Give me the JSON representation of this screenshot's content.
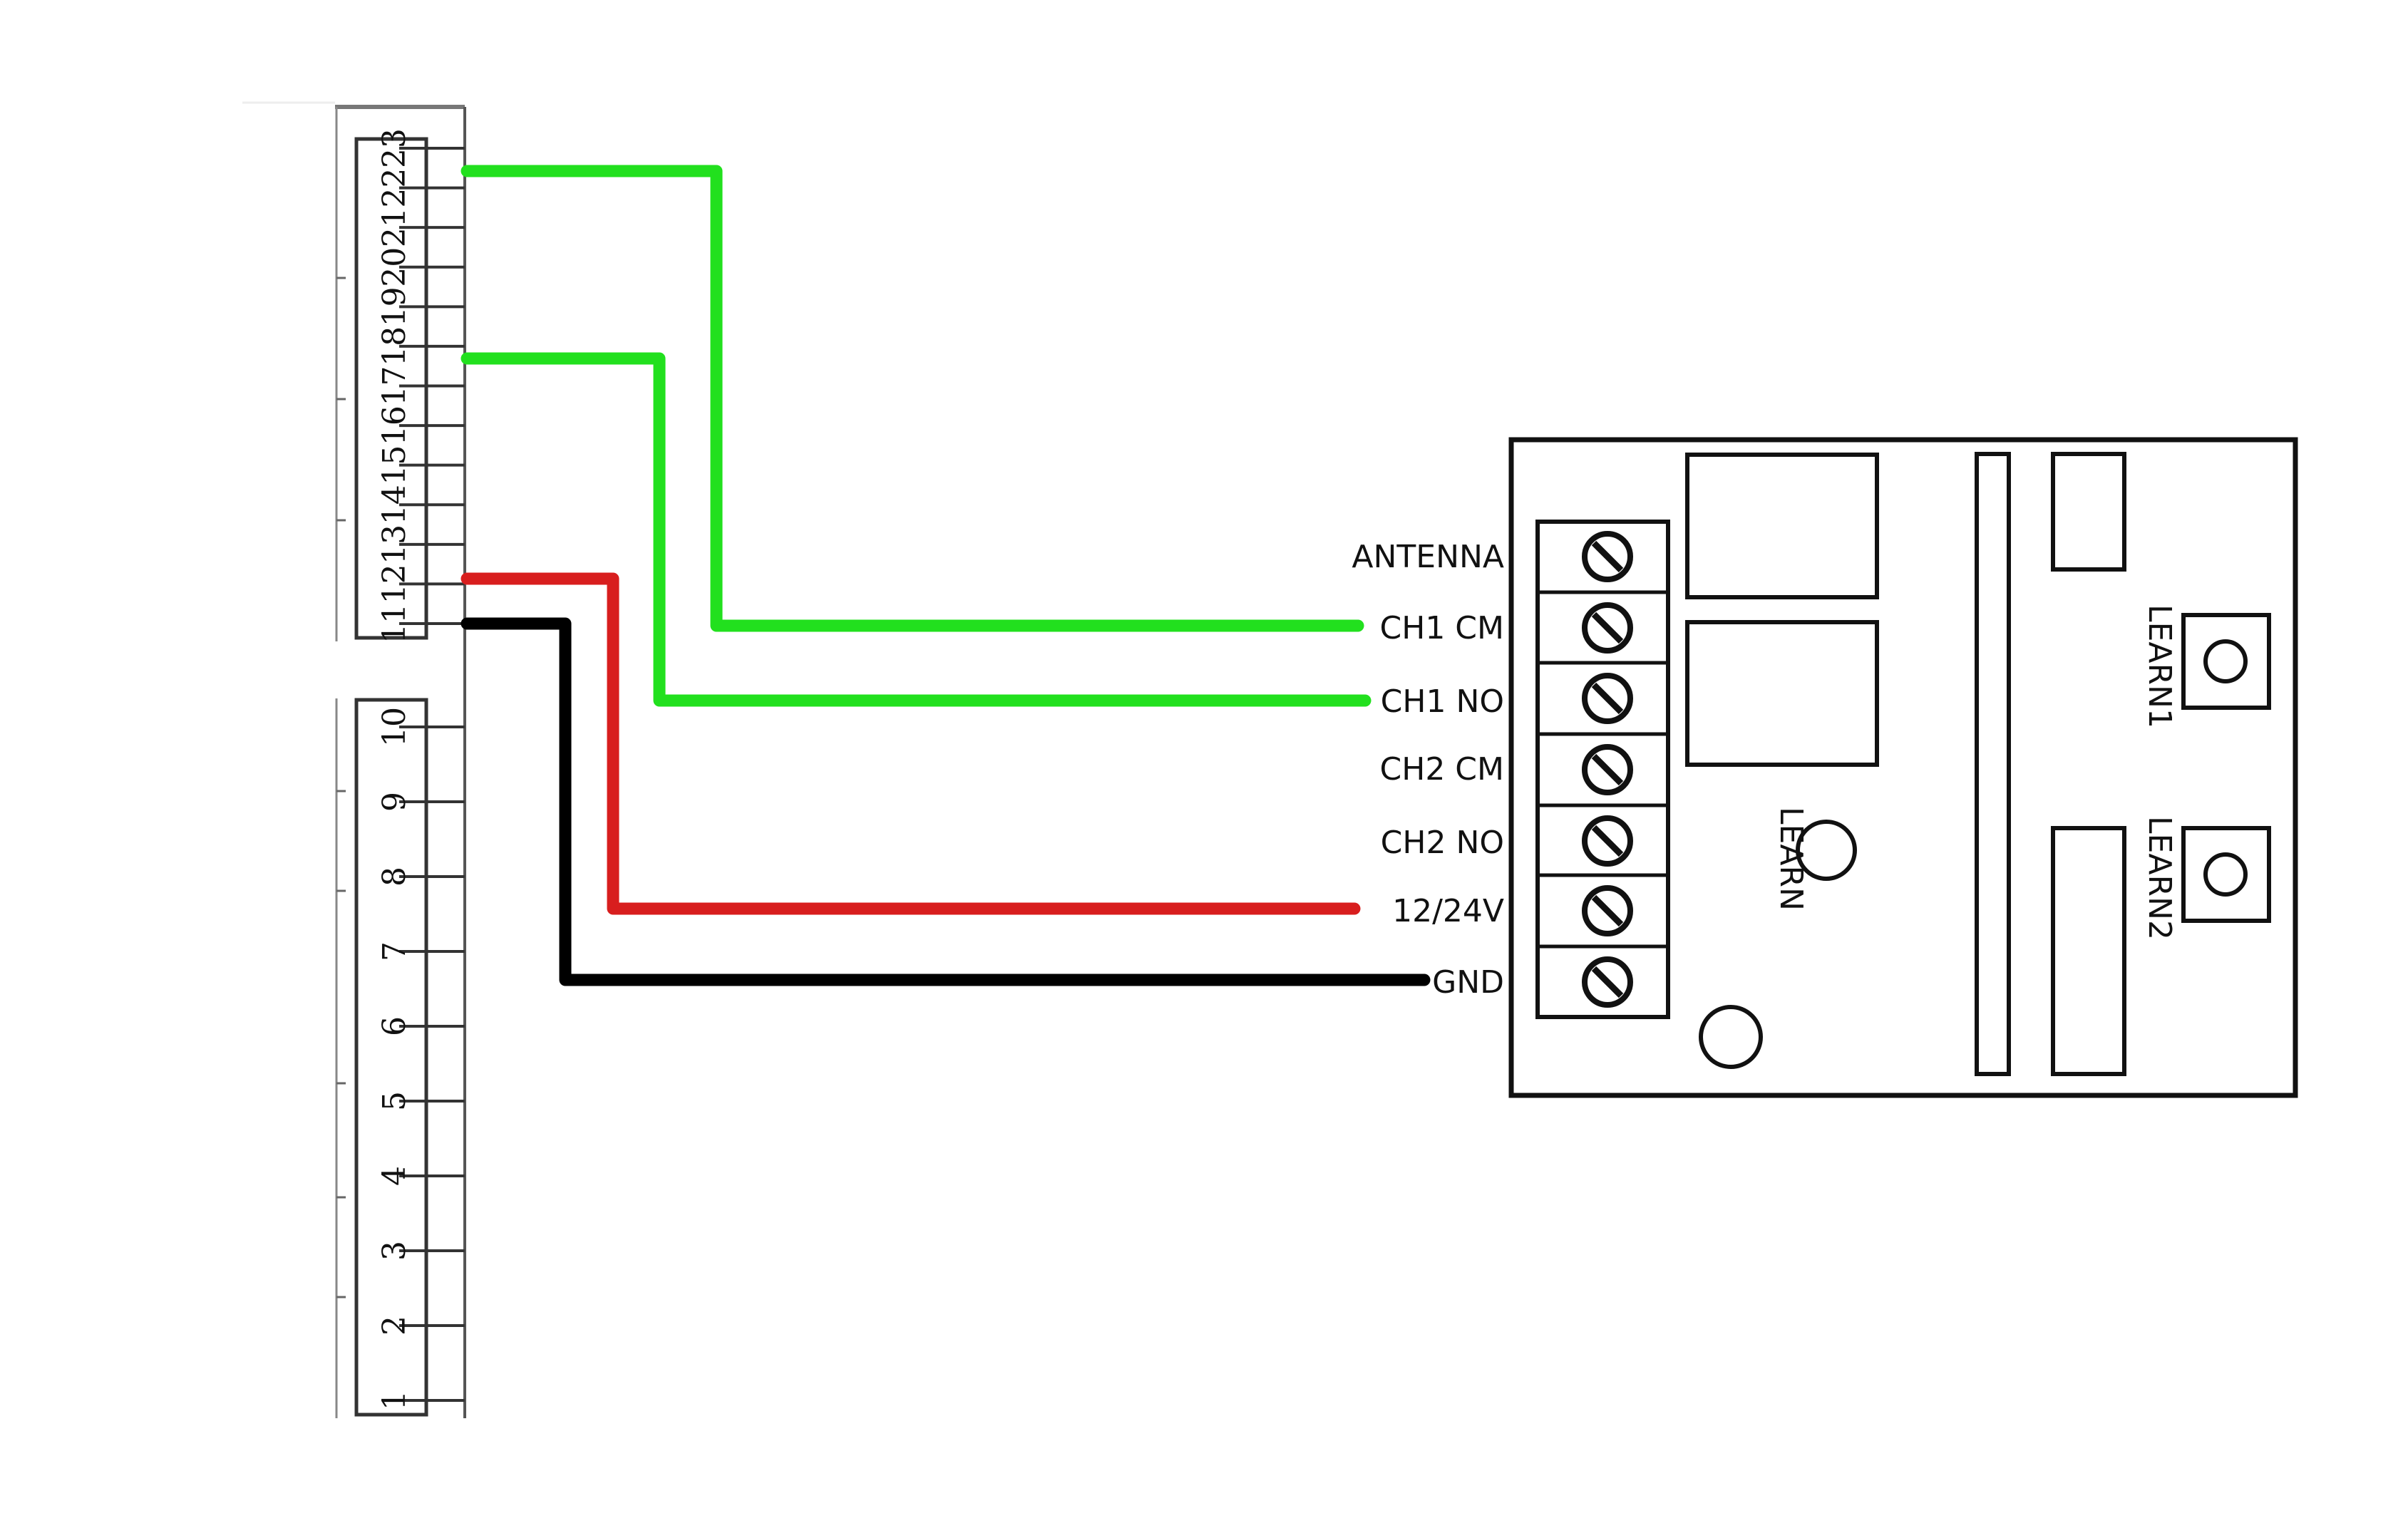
{
  "terminal_strip": {
    "upper_block": {
      "pins": [
        "11",
        "12",
        "13",
        "14",
        "15",
        "16",
        "17",
        "18",
        "19",
        "20",
        "21",
        "22",
        "23"
      ]
    },
    "lower_block": {
      "pins": [
        "1",
        "2",
        "3",
        "4",
        "5",
        "6",
        "7",
        "8",
        "9",
        "10"
      ]
    }
  },
  "receiver": {
    "terminals": [
      {
        "id": "antenna",
        "label": "ANTENNA"
      },
      {
        "id": "ch1-cm",
        "label": "CH1 CM"
      },
      {
        "id": "ch1-no",
        "label": "CH1 NO"
      },
      {
        "id": "ch2-cm",
        "label": "CH2 CM"
      },
      {
        "id": "ch2-no",
        "label": "CH2 NO"
      },
      {
        "id": "power",
        "label": "12/24V"
      },
      {
        "id": "gnd",
        "label": "GND"
      }
    ],
    "buttons": {
      "learn": "LEARN",
      "learn1": "LEARN1",
      "learn2": "LEARN2"
    }
  },
  "wires": [
    {
      "from_pin": "22",
      "to": "CH1 CM",
      "color": "#22e01e"
    },
    {
      "from_pin": "18",
      "to": "CH1 NO",
      "color": "#22e01e"
    },
    {
      "from_pin": "12",
      "to": "12/24V",
      "color": "#d81e1e"
    },
    {
      "from_pin": "11",
      "to": "GND",
      "color": "#000000"
    }
  ]
}
